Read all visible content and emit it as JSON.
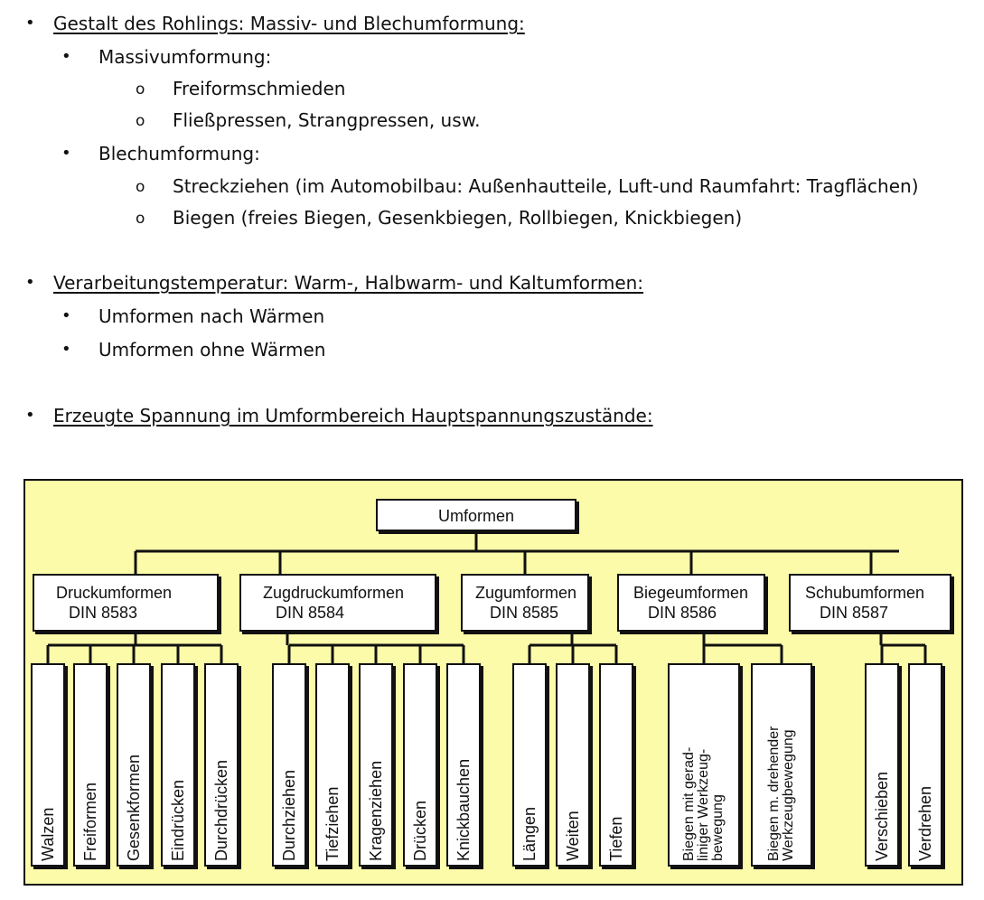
{
  "sections": [
    {
      "heading": "Gestalt des Rohlings:  Massiv- und Blechumformung:",
      "items": [
        {
          "label": "Massivumformung:",
          "subitems": [
            "Freiformschmieden",
            "Fließpressen, Strangpressen, usw."
          ]
        },
        {
          "label": "Blechumformung:",
          "subitems": [
            "Streckziehen (im Automobilbau: Außenhautteile, Luft-und Raumfahrt: Tragflächen)",
            "Biegen (freies Biegen, Gesenkbiegen, Rollbiegen, Knickbiegen)"
          ]
        }
      ]
    },
    {
      "heading": "Verarbeitungstemperatur:  Warm-, Halbwarm- und Kaltumformen:",
      "items": [
        {
          "label": "Umformen nach Wärmen"
        },
        {
          "label": "Umformen ohne Wärmen"
        }
      ]
    },
    {
      "heading": "Erzeugte Spannung im Umformbereich Hauptspannungszustände:"
    }
  ],
  "diagram": {
    "root": "Umformen",
    "groups": [
      {
        "name": "Druckumformen",
        "din": "DIN 8583",
        "leaves": [
          "Walzen",
          "Freiformen",
          "Gesenkformen",
          "Eindrücken",
          "Durchdrücken"
        ]
      },
      {
        "name": "Zugdruckumformen",
        "din": "DIN 8584",
        "leaves": [
          "Durchziehen",
          "Tiefziehen",
          "Kragenziehen",
          "Drücken",
          "Knickbauchen"
        ]
      },
      {
        "name": "Zugumformen",
        "din": "DIN 8585",
        "leaves": [
          "Längen",
          "Weiten",
          "Tiefen"
        ]
      },
      {
        "name": "Biegeumformen",
        "din": "DIN 8586",
        "leaves": [
          "Biegen mit gerad-\nliniger Werkzeug-\nbewegung",
          "Biegen m. drehender\nWerkzeugbewegung"
        ]
      },
      {
        "name": "Schubumformen",
        "din": "DIN 8587",
        "leaves": [
          "Verschieben",
          "Verdrehen"
        ]
      }
    ]
  },
  "bullet_symbols": {
    "level1": "•",
    "level2": "•",
    "level3": "o"
  }
}
